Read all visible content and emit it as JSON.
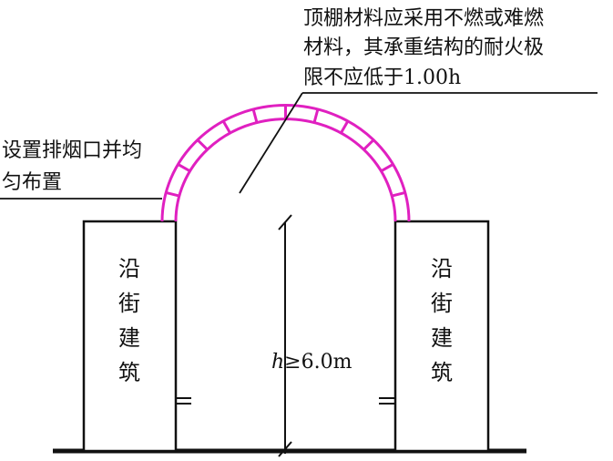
{
  "annotations": {
    "ceiling_note": {
      "line1": "顶棚材料应采用不燃或难燃",
      "line2": "材料，其承重结构的耐火极",
      "line3": "限不应低于1.00h"
    },
    "smoke_vent_note": {
      "line1": "设置排烟口并均",
      "line2": "匀布置"
    },
    "height_label": {
      "symbol": "h",
      "relation": "≥6.0m"
    }
  },
  "buildings": {
    "left": {
      "chars": [
        "沿",
        "街",
        "建",
        "筑"
      ]
    },
    "right": {
      "chars": [
        "沿",
        "街",
        "建",
        "筑"
      ]
    }
  },
  "colors": {
    "arch": "#e020c0",
    "line": "#111111",
    "background": "#ffffff"
  }
}
